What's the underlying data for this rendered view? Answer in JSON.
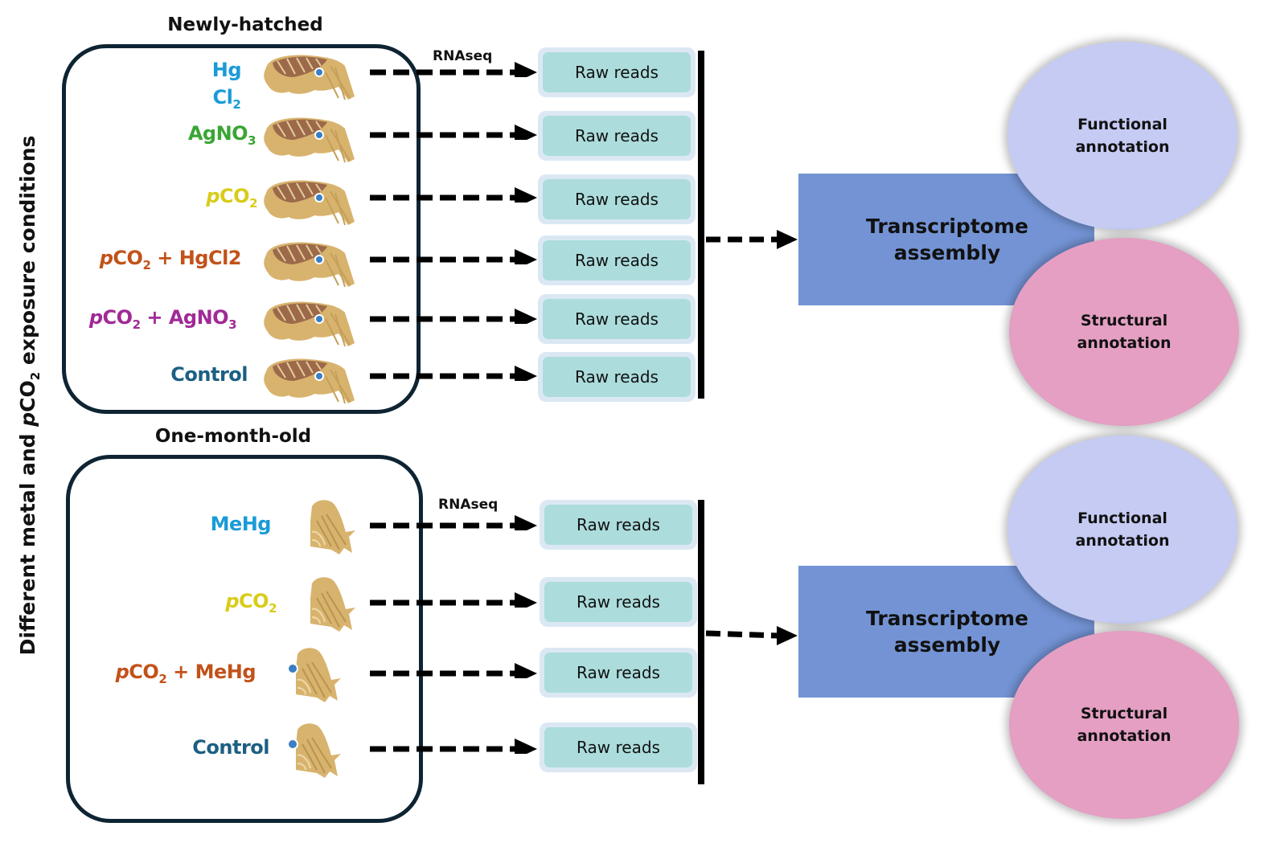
{
  "vertical_label": {
    "pre": "Different metal and ",
    "italic": "p",
    "mid": "CO",
    "sub": "2",
    "post": " exposure conditions"
  },
  "colors": {
    "hg": "#1a9bd7",
    "ag": "#3aa534",
    "pco2": "#d8cc1a",
    "pco2_hg": "#c2521a",
    "pco2_ag": "#a02a96",
    "control": "#1c5f82",
    "raw_outer": "#dbe8f4",
    "raw_inner": "#acdcdc",
    "transcriptome": "#7393d4",
    "functional": "#c5cbf3",
    "structural": "#e59fc3",
    "panel_border": "#0e2433"
  },
  "groups": [
    {
      "title": "Newly-hatched",
      "rnaseq_label": "RNAseq",
      "conditions": [
        {
          "parts": [
            {
              "t": "Hg"
            }
          ],
          "line2": [
            {
              "t": "Cl"
            },
            {
              "t": "2",
              "sub": true
            }
          ],
          "color": "hg"
        },
        {
          "parts": [
            {
              "t": "AgNO"
            },
            {
              "t": "3",
              "sub": true
            }
          ],
          "color": "ag"
        },
        {
          "parts": [
            {
              "t": "p",
              "i": true
            },
            {
              "t": "CO"
            },
            {
              "t": "2",
              "sub": true
            }
          ],
          "color": "pco2"
        },
        {
          "parts": [
            {
              "t": "p",
              "i": true
            },
            {
              "t": "CO"
            },
            {
              "t": "2",
              "sub": true
            },
            {
              "t": " + HgCl2"
            }
          ],
          "color": "pco2_hg"
        },
        {
          "parts": [
            {
              "t": "p",
              "i": true
            },
            {
              "t": "CO"
            },
            {
              "t": "2",
              "sub": true
            },
            {
              "t": " + AgNO"
            },
            {
              "t": "3",
              "sub": true
            }
          ],
          "color": "pco2_ag"
        },
        {
          "parts": [
            {
              "t": "Control"
            }
          ],
          "color": "control"
        }
      ],
      "raw_reads": [
        "Raw reads",
        "Raw reads",
        "Raw reads",
        "Raw reads",
        "Raw reads",
        "Raw reads"
      ],
      "transcriptome": "Transcriptome assembly",
      "functional": "Functional annotation",
      "structural": "Structural annotation"
    },
    {
      "title": "One-month-old",
      "rnaseq_label": "RNAseq",
      "conditions": [
        {
          "parts": [
            {
              "t": "MeHg"
            }
          ],
          "color": "hg"
        },
        {
          "parts": [
            {
              "t": "p",
              "i": true
            },
            {
              "t": "CO"
            },
            {
              "t": "2",
              "sub": true
            }
          ],
          "color": "pco2"
        },
        {
          "parts": [
            {
              "t": "p",
              "i": true
            },
            {
              "t": "CO"
            },
            {
              "t": "2",
              "sub": true
            },
            {
              "t": " + MeHg"
            }
          ],
          "color": "pco2_hg"
        },
        {
          "parts": [
            {
              "t": "Control"
            }
          ],
          "color": "control"
        }
      ],
      "raw_reads": [
        "Raw reads",
        "Raw reads",
        "Raw reads",
        "Raw reads"
      ],
      "transcriptome": "Transcriptome assembly",
      "functional": "Functional annotation",
      "structural": "Structural annotation"
    }
  ]
}
